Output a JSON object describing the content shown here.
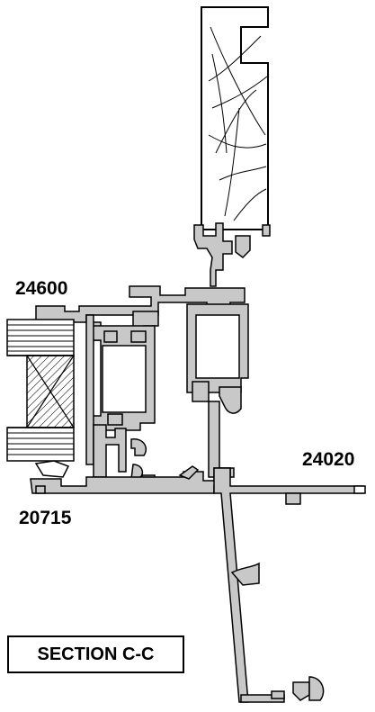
{
  "labels": {
    "profile_top_left": "24600",
    "profile_bottom_left": "20715",
    "profile_right": "24020"
  },
  "section_title": "SECTION C-C",
  "colors": {
    "profile_fill": "#c8c8c8",
    "outline": "#000000",
    "background": "#ffffff"
  }
}
